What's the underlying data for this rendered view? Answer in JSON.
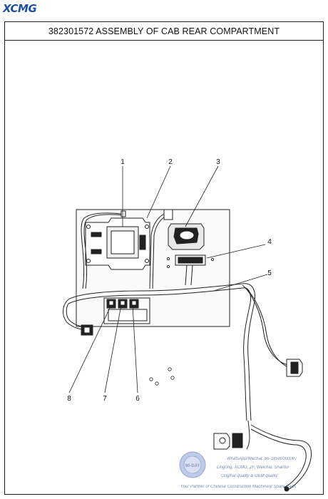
{
  "header": {
    "brand": "XCMG"
  },
  "title": "382301572 ASSEMBLY OF CAB REAR COMPARTMENT",
  "callouts": {
    "c1": "1",
    "c2": "2",
    "c3": "3",
    "c4": "4",
    "c5": "5",
    "c6": "6",
    "c7": "7",
    "c8": "8"
  },
  "watermark": {
    "badge": "90-DAY",
    "line1": "WhatsApp/Wechat: 86-18500000007",
    "line2": "Lingong, XCMG, ZF, Weichai, Shantui",
    "line3": "Original quality & OEM quality",
    "line4": "Your Partner of Chinese Construction Machinery Spare Parts"
  },
  "colors": {
    "brand": "#1f4fa3",
    "line": "#222222",
    "watermark": "#4b5fa8"
  }
}
